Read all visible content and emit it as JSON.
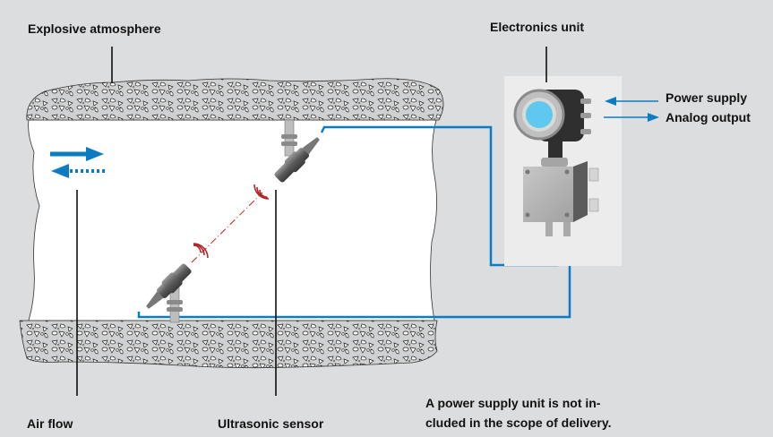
{
  "labels": {
    "explosive_atmosphere": "Explosive atmosphere",
    "electronics_unit": "Electronics unit",
    "power_supply": "Power supply",
    "analog_output": "Analog output",
    "air_flow": "Air flow",
    "ultrasonic_sensor": "Ultrasonic sensor",
    "note_line1": "A power supply unit is not in-",
    "note_line2": "cluded in the scope of delivery."
  },
  "colors": {
    "background": "#dcdddf",
    "cable_blue": "#0b7cc3",
    "signal_red": "#b3262a",
    "display_cyan": "#5ec8ee"
  }
}
